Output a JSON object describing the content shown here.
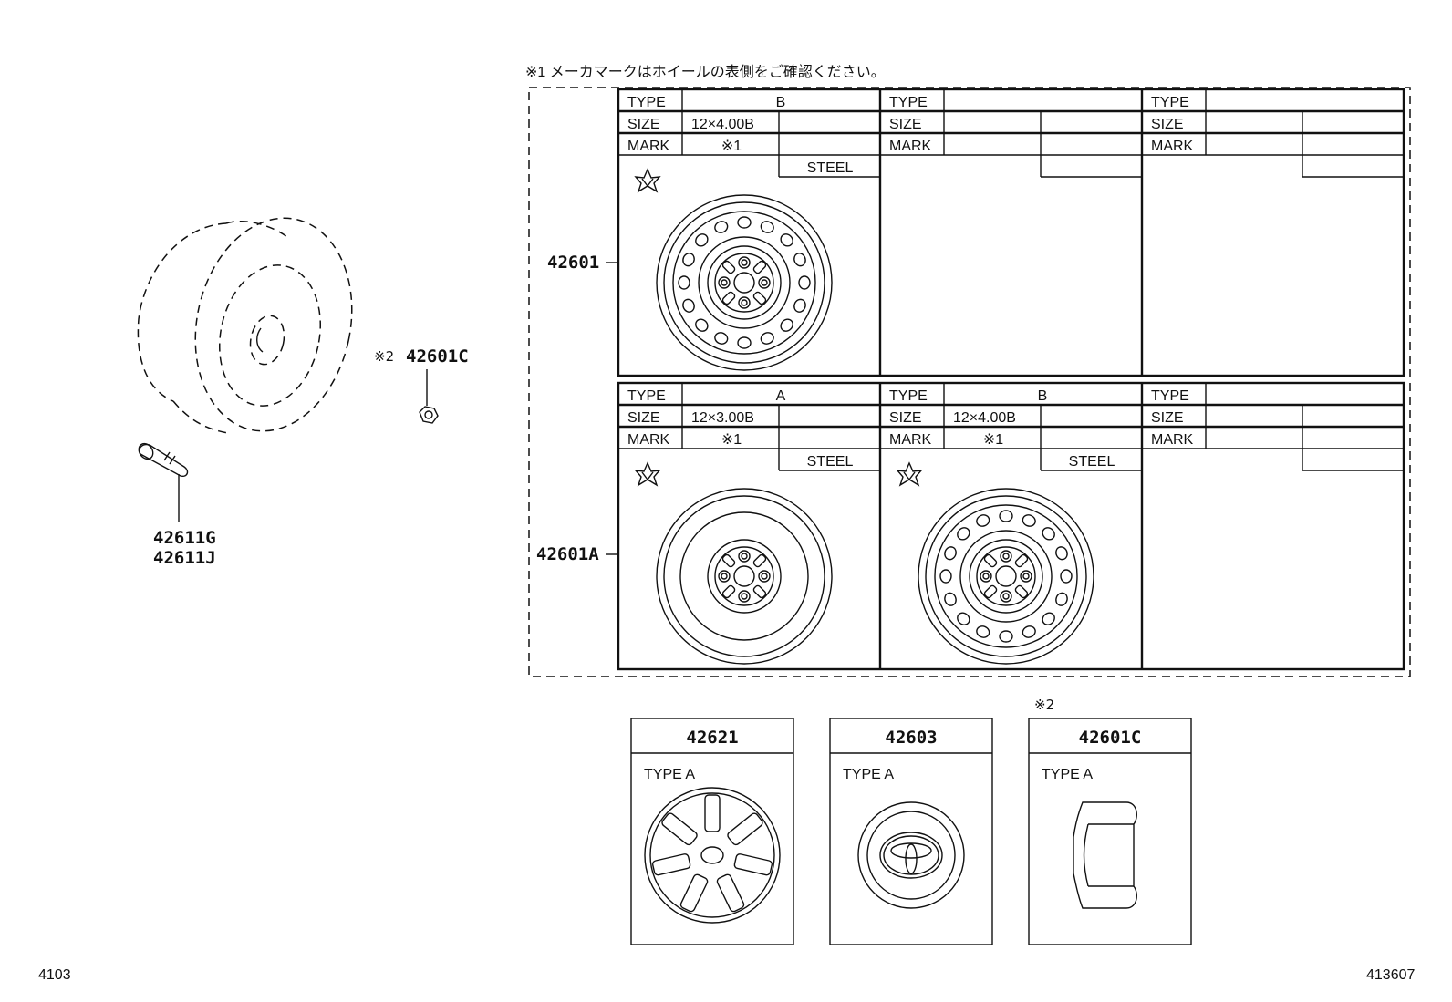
{
  "note_header": "※1 メーカマークはホイールの表側をご確認ください。",
  "footer": {
    "left": "4103",
    "right": "413607"
  },
  "left_parts": {
    "nut_ref": "※2",
    "nut_code": "42601C",
    "valve_codes": [
      "42611G",
      "42611J"
    ]
  },
  "row_labels": {
    "row1": "42601",
    "row2": "42601A"
  },
  "table": {
    "field_labels": {
      "type": "TYPE",
      "size": "SIZE",
      "mark": "MARK"
    },
    "row1": [
      {
        "type": "B",
        "size": "12×4.00B",
        "mark": "※1",
        "material": "STEEL",
        "has_wheel": true,
        "wheel_style": "holes"
      },
      {
        "type": "",
        "size": "",
        "mark": "",
        "material": "",
        "has_wheel": false
      },
      {
        "type": "",
        "size": "",
        "mark": "",
        "material": "",
        "has_wheel": false
      }
    ],
    "row2": [
      {
        "type": "A",
        "size": "12×3.00B",
        "mark": "※1",
        "material": "STEEL",
        "has_wheel": true,
        "wheel_style": "plain"
      },
      {
        "type": "B",
        "size": "12×4.00B",
        "mark": "※1",
        "material": "STEEL",
        "has_wheel": true,
        "wheel_style": "holes"
      },
      {
        "type": "",
        "size": "",
        "mark": "",
        "material": "",
        "has_wheel": false
      }
    ]
  },
  "bottom_boxes": [
    {
      "code": "42621",
      "type_label": "TYPE A",
      "ref": "",
      "icon": "wheel-cover-icon"
    },
    {
      "code": "42603",
      "type_label": "TYPE A",
      "ref": "",
      "icon": "center-cap-icon"
    },
    {
      "code": "42601C",
      "type_label": "TYPE A",
      "ref": "※2",
      "icon": "hub-nut-icon"
    }
  ]
}
